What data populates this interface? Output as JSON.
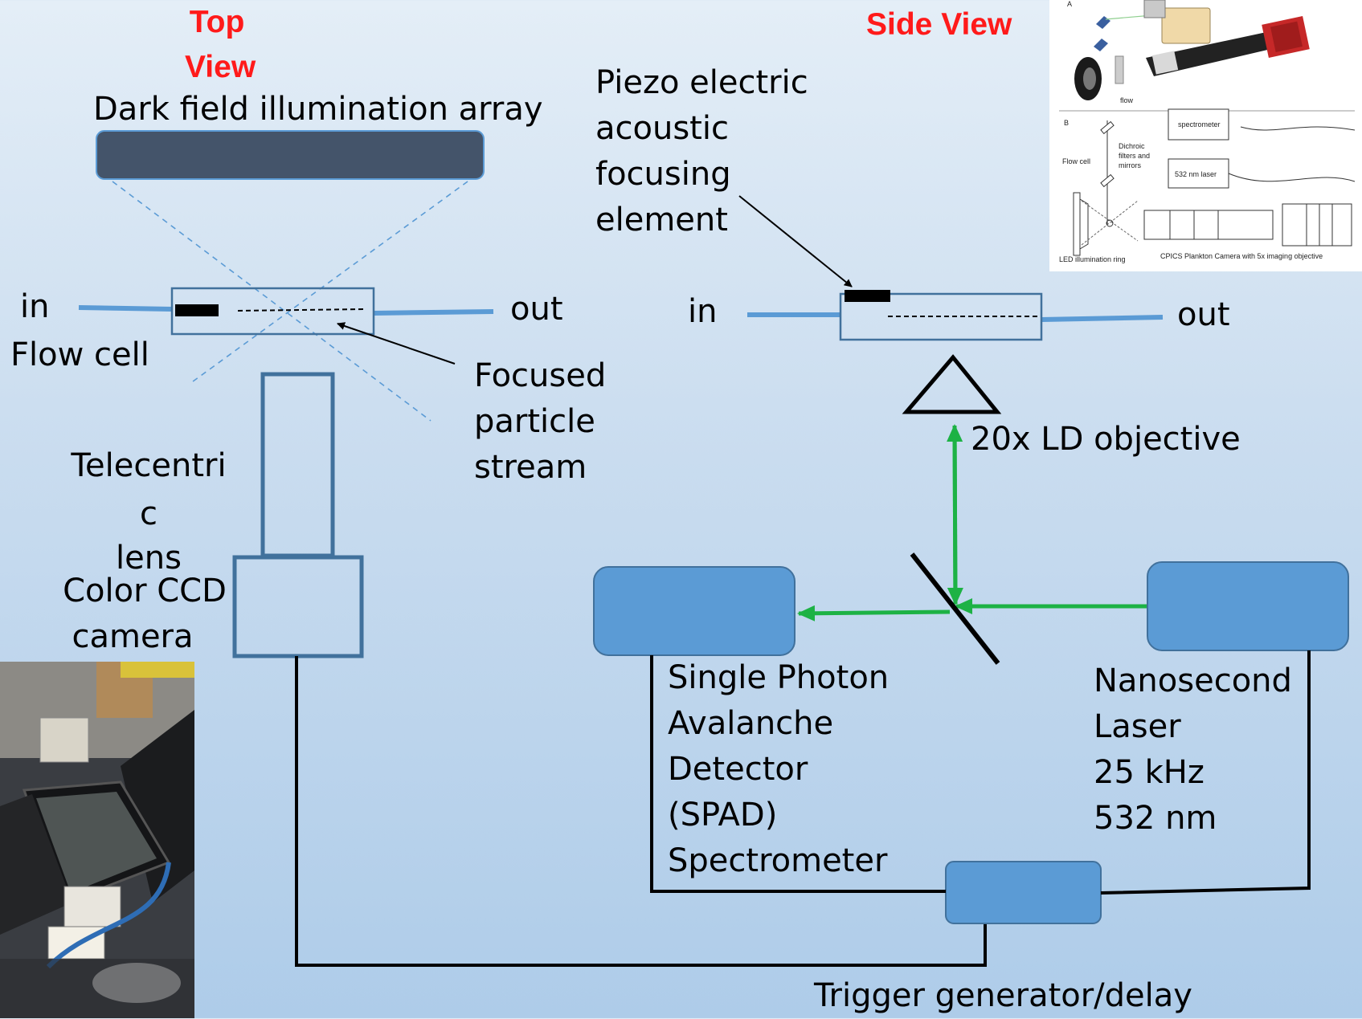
{
  "top_view": {
    "title_line1": "Top",
    "title_line2": "View",
    "illumination_label": "Dark field illumination array",
    "in_label": "in",
    "out_label": "out",
    "flow_cell_label": "Flow cell",
    "focused_stream_lines": [
      "Focused",
      "particle",
      "stream"
    ],
    "lens_lines": [
      "Telecentri",
      "c",
      "lens"
    ],
    "camera_lines": [
      "Color CCD",
      "camera"
    ]
  },
  "side_view": {
    "title": "Side View",
    "piezo_lines": [
      "Piezo electric",
      "acoustic",
      "focusing",
      "element"
    ],
    "in_label": "in",
    "out_label": "out",
    "objective_label": "20x LD objective",
    "detector_lines": [
      "Single Photon",
      "Avalanche",
      "Detector",
      "(SPAD)",
      "Spectrometer"
    ],
    "laser_lines": [
      "Nanosecond",
      "Laser",
      "25 kHz",
      "532 nm"
    ],
    "trigger_label": "Trigger generator/delay"
  },
  "inset_figure": {
    "panel_a": "A",
    "panel_b": "B",
    "flow": "flow",
    "spectrometer": "spectrometer",
    "dichroic_lines": [
      "Dichroic",
      "filters and",
      "mirrors"
    ],
    "flow_cell": "Flow cell",
    "laser": "532 nm laser",
    "led_ring": "LED illumination ring",
    "camera": "CPICS Plankton Camera with 5x imaging objective"
  },
  "colors": {
    "title_red": "#ff1a1a",
    "component_blue": "#5b9bd5",
    "component_border": "#41719c",
    "tube_blue": "#5b9bd5",
    "beam_green": "#1db245",
    "dark_bar": "#44546a",
    "lens_outline": "#41719c"
  }
}
